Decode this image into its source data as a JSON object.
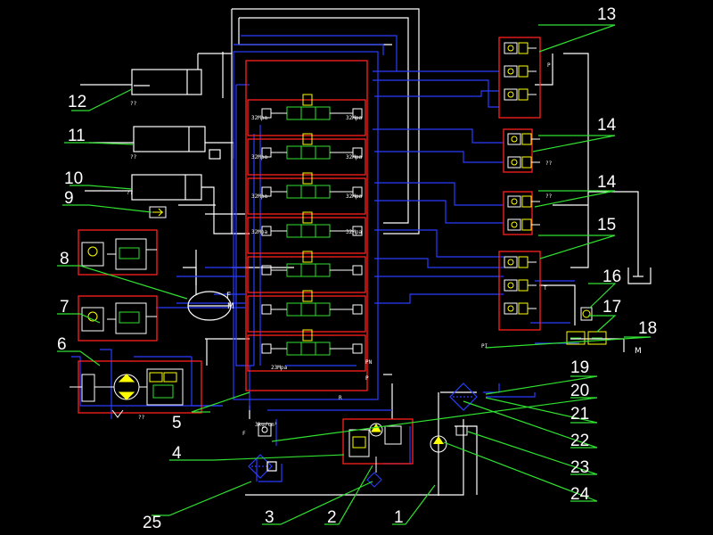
{
  "callouts": [
    {
      "id": "1",
      "text": "1"
    },
    {
      "id": "2",
      "text": "2"
    },
    {
      "id": "3",
      "text": "3"
    },
    {
      "id": "4",
      "text": "4"
    },
    {
      "id": "5",
      "text": "5"
    },
    {
      "id": "6",
      "text": "6"
    },
    {
      "id": "7",
      "text": "7"
    },
    {
      "id": "8",
      "text": "8"
    },
    {
      "id": "9",
      "text": "9"
    },
    {
      "id": "10",
      "text": "10"
    },
    {
      "id": "11",
      "text": "11"
    },
    {
      "id": "12",
      "text": "12"
    },
    {
      "id": "13",
      "text": "13"
    },
    {
      "id": "14a",
      "text": "14"
    },
    {
      "id": "14b",
      "text": "14"
    },
    {
      "id": "15",
      "text": "15"
    },
    {
      "id": "16",
      "text": "16"
    },
    {
      "id": "17",
      "text": "17"
    },
    {
      "id": "18",
      "text": "18"
    },
    {
      "id": "19",
      "text": "19"
    },
    {
      "id": "20",
      "text": "20"
    },
    {
      "id": "21",
      "text": "21"
    },
    {
      "id": "22",
      "text": "22"
    },
    {
      "id": "23",
      "text": "23"
    },
    {
      "id": "24",
      "text": "24"
    },
    {
      "id": "25",
      "text": "25"
    }
  ],
  "labels": {
    "pressure_32": "32Mpa",
    "pressure_23": "23Mpa",
    "pressure_3kg": "3kg/cm²",
    "port_F": "F",
    "port_M": "M",
    "port_P": "P",
    "port_T": "T",
    "port_R": "R",
    "port_PN": "PN",
    "port_PI": "PI",
    "unknown": "??"
  },
  "colors": {
    "line_white": "#ffffff",
    "line_blue": "#2b3cff",
    "line_red": "#ff2020",
    "line_green": "#30e030",
    "fill_yellow": "#ffff00",
    "fill_cyan": "#00d0ff"
  }
}
